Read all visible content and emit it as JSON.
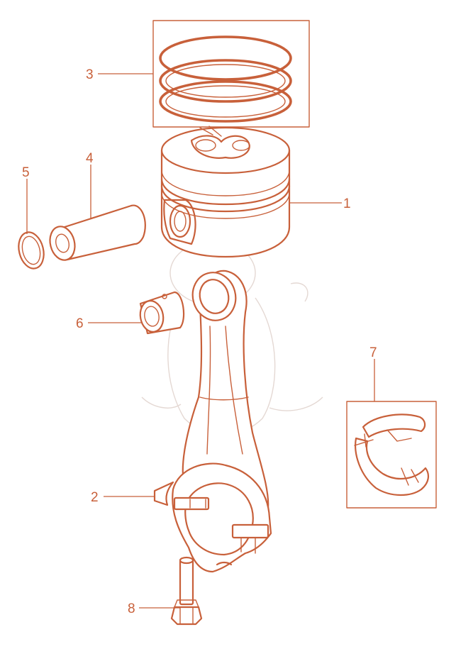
{
  "diagram": {
    "accent_color": "#c8603a",
    "callouts": [
      {
        "id": "1",
        "label": "1"
      },
      {
        "id": "2",
        "label": "2"
      },
      {
        "id": "3",
        "label": "3"
      },
      {
        "id": "4",
        "label": "4"
      },
      {
        "id": "5",
        "label": "5"
      },
      {
        "id": "6",
        "label": "6"
      },
      {
        "id": "7",
        "label": "7"
      },
      {
        "id": "8",
        "label": "8"
      }
    ]
  }
}
